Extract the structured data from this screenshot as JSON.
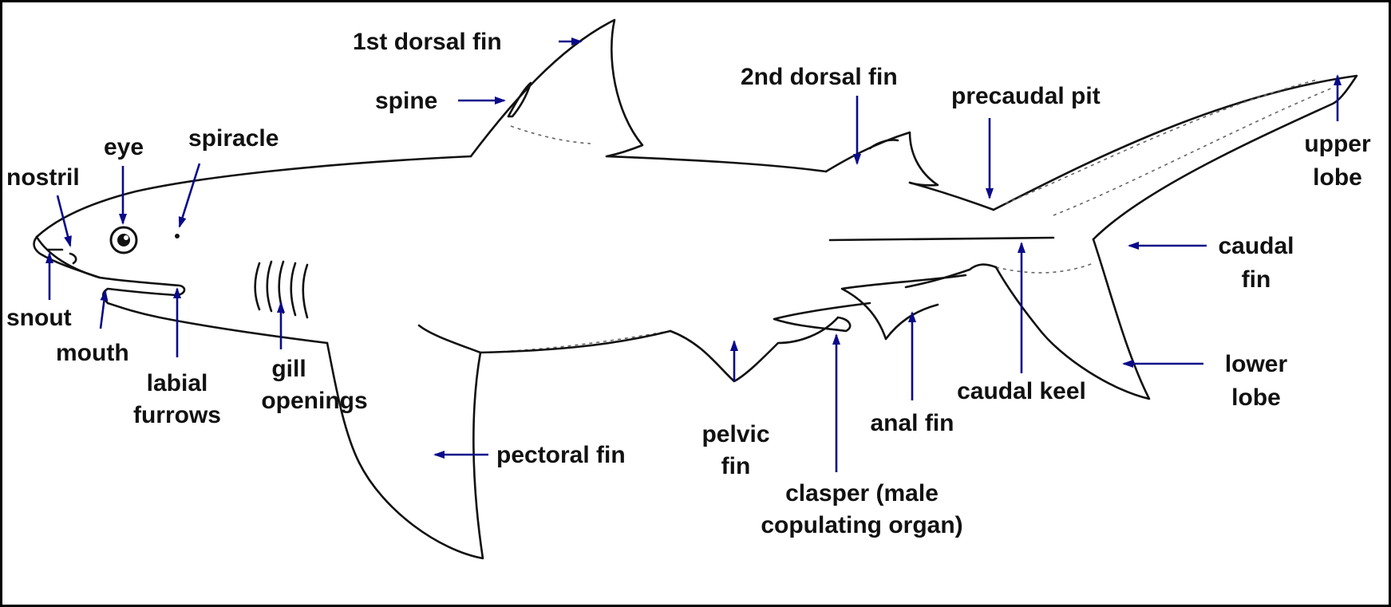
{
  "colors": {
    "outline": "#111111",
    "arrow": "#0a0a8a",
    "background": "#ffffff"
  },
  "labels": {
    "first_dorsal_fin": "1st dorsal fin",
    "spine": "spine",
    "second_dorsal_fin": "2nd dorsal fin",
    "precaudal_pit": "precaudal pit",
    "upper_lobe_1": "upper",
    "upper_lobe_2": "lobe",
    "eye": "eye",
    "spiracle": "spiracle",
    "nostril": "nostril",
    "snout": "snout",
    "mouth": "mouth",
    "labial_1": "labial",
    "labial_2": "furrows",
    "gill_1": "gill",
    "gill_2": "openings",
    "pectoral_fin": "pectoral fin",
    "pelvic_1": "pelvic",
    "pelvic_2": "fin",
    "clasper_1": "clasper (male",
    "clasper_2": "copulating organ)",
    "anal_fin": "anal fin",
    "caudal_keel": "caudal keel",
    "caudal_fin_1": "caudal",
    "caudal_fin_2": "fin",
    "lower_lobe_1": "lower",
    "lower_lobe_2": "lobe"
  }
}
